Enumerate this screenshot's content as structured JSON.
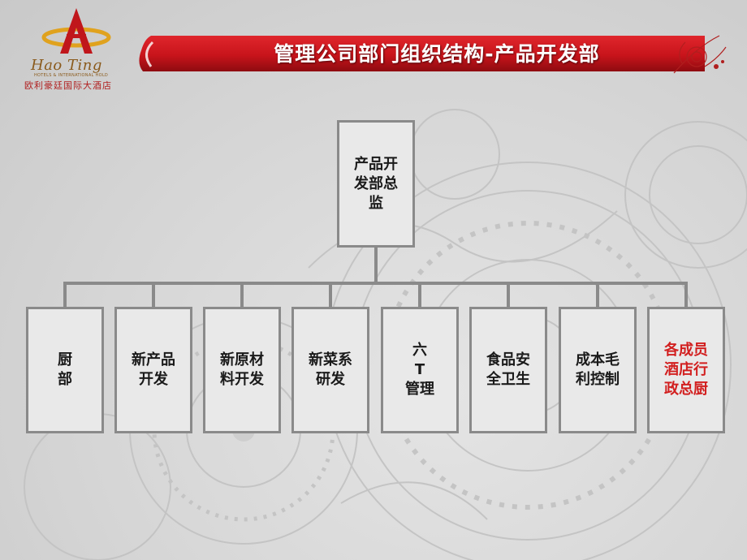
{
  "logo": {
    "script_text": "Hao Ting",
    "subtext": "HOTELS & INTERNATIONAL HOLD",
    "chinese_name": "欧利豪廷国际大酒店"
  },
  "banner": {
    "title": "管理公司部门组织结构-产品开发部"
  },
  "org": {
    "root": "产品开\n发部总\n监",
    "children": [
      {
        "label": "厨\n部",
        "highlight": false
      },
      {
        "label": "新产品\n开发",
        "highlight": false
      },
      {
        "label": "新原材\n料开发",
        "highlight": false
      },
      {
        "label": "新菜系\n研发",
        "highlight": false
      },
      {
        "label": "六\nT\n管理",
        "highlight": false
      },
      {
        "label": "食品安\n全卫生",
        "highlight": false
      },
      {
        "label": "成本毛\n利控制",
        "highlight": false
      },
      {
        "label": "各成员\n酒店行\n政总厨",
        "highlight": true
      }
    ]
  },
  "colors": {
    "banner_red": "#c8141b",
    "box_border": "#8a8a8a",
    "highlight_text": "#d21f1f",
    "logo_gold": "#e0a21e"
  }
}
